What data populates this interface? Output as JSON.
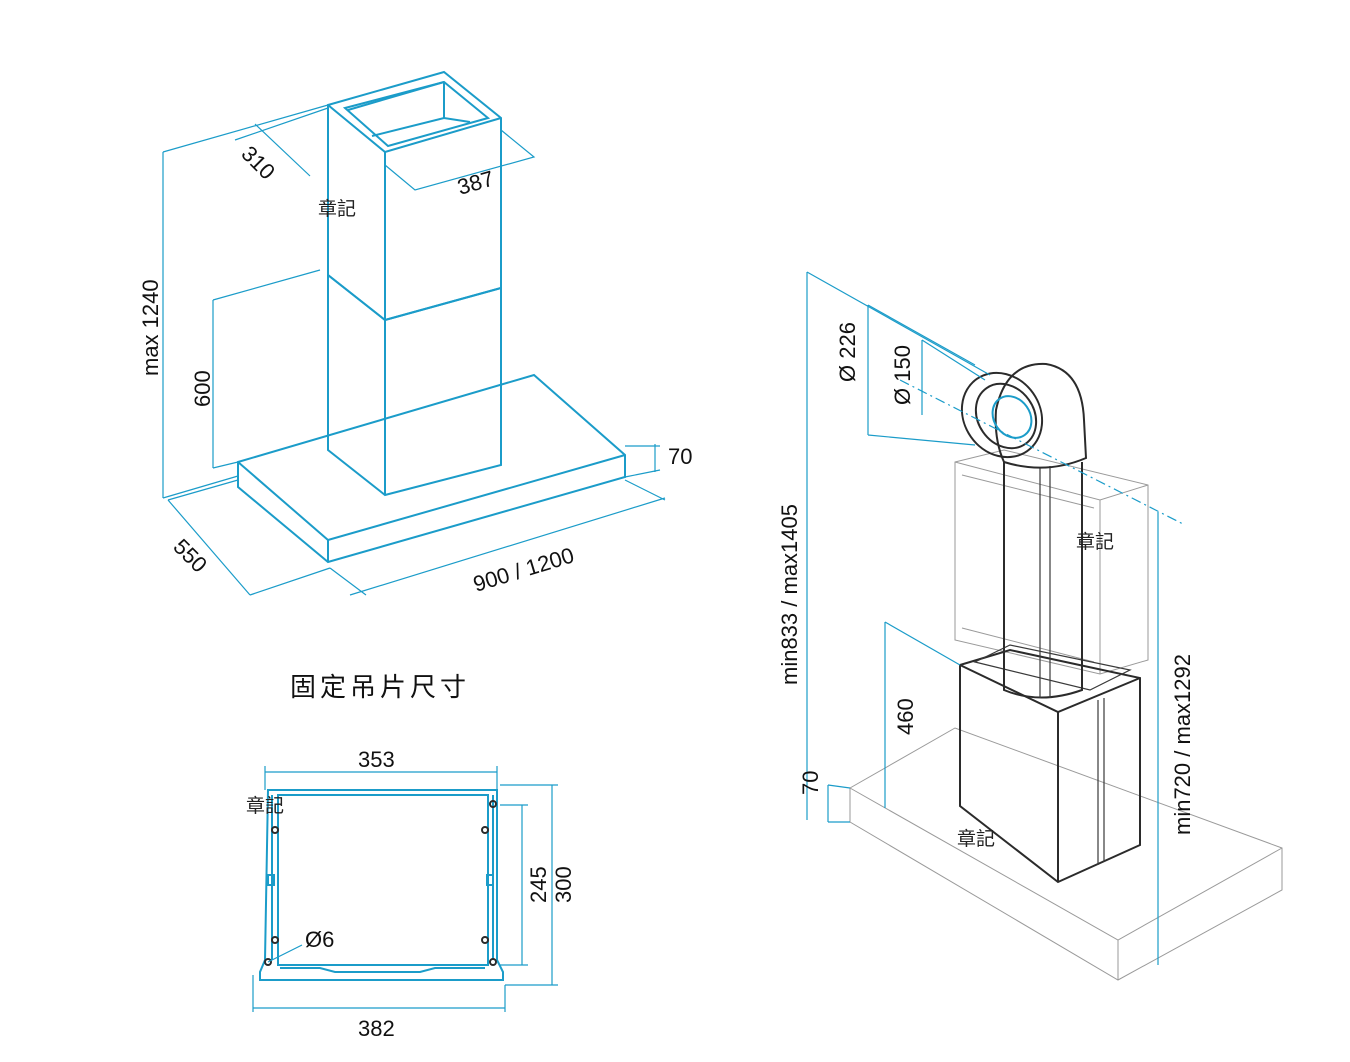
{
  "colors": {
    "outline_blue": "#1b9cc9",
    "outline_dark": "#2b2b2b",
    "ghost_gray": "#9a9a9a",
    "text": "#111111"
  },
  "stamp_label": "章記",
  "hood_view": {
    "dims": {
      "depth_top": "310",
      "width_top": "387",
      "height_total": "max 1240",
      "height_chimney": "600",
      "thickness": "70",
      "depth_base": "550",
      "width_base": "900 / 1200"
    }
  },
  "bracket_view": {
    "title": "固定吊片尺寸",
    "dims": {
      "inner_width": "353",
      "outer_width": "382",
      "inner_height": "245",
      "outer_height": "300",
      "hole": "Ø6"
    }
  },
  "duct_view": {
    "dims": {
      "outer_diameter": "Ø 226",
      "inner_diameter": "Ø 150",
      "total_height": "min833 / max1405",
      "lower_height": "460",
      "base_thickness": "70",
      "duct_height": "min720 / max1292"
    }
  }
}
